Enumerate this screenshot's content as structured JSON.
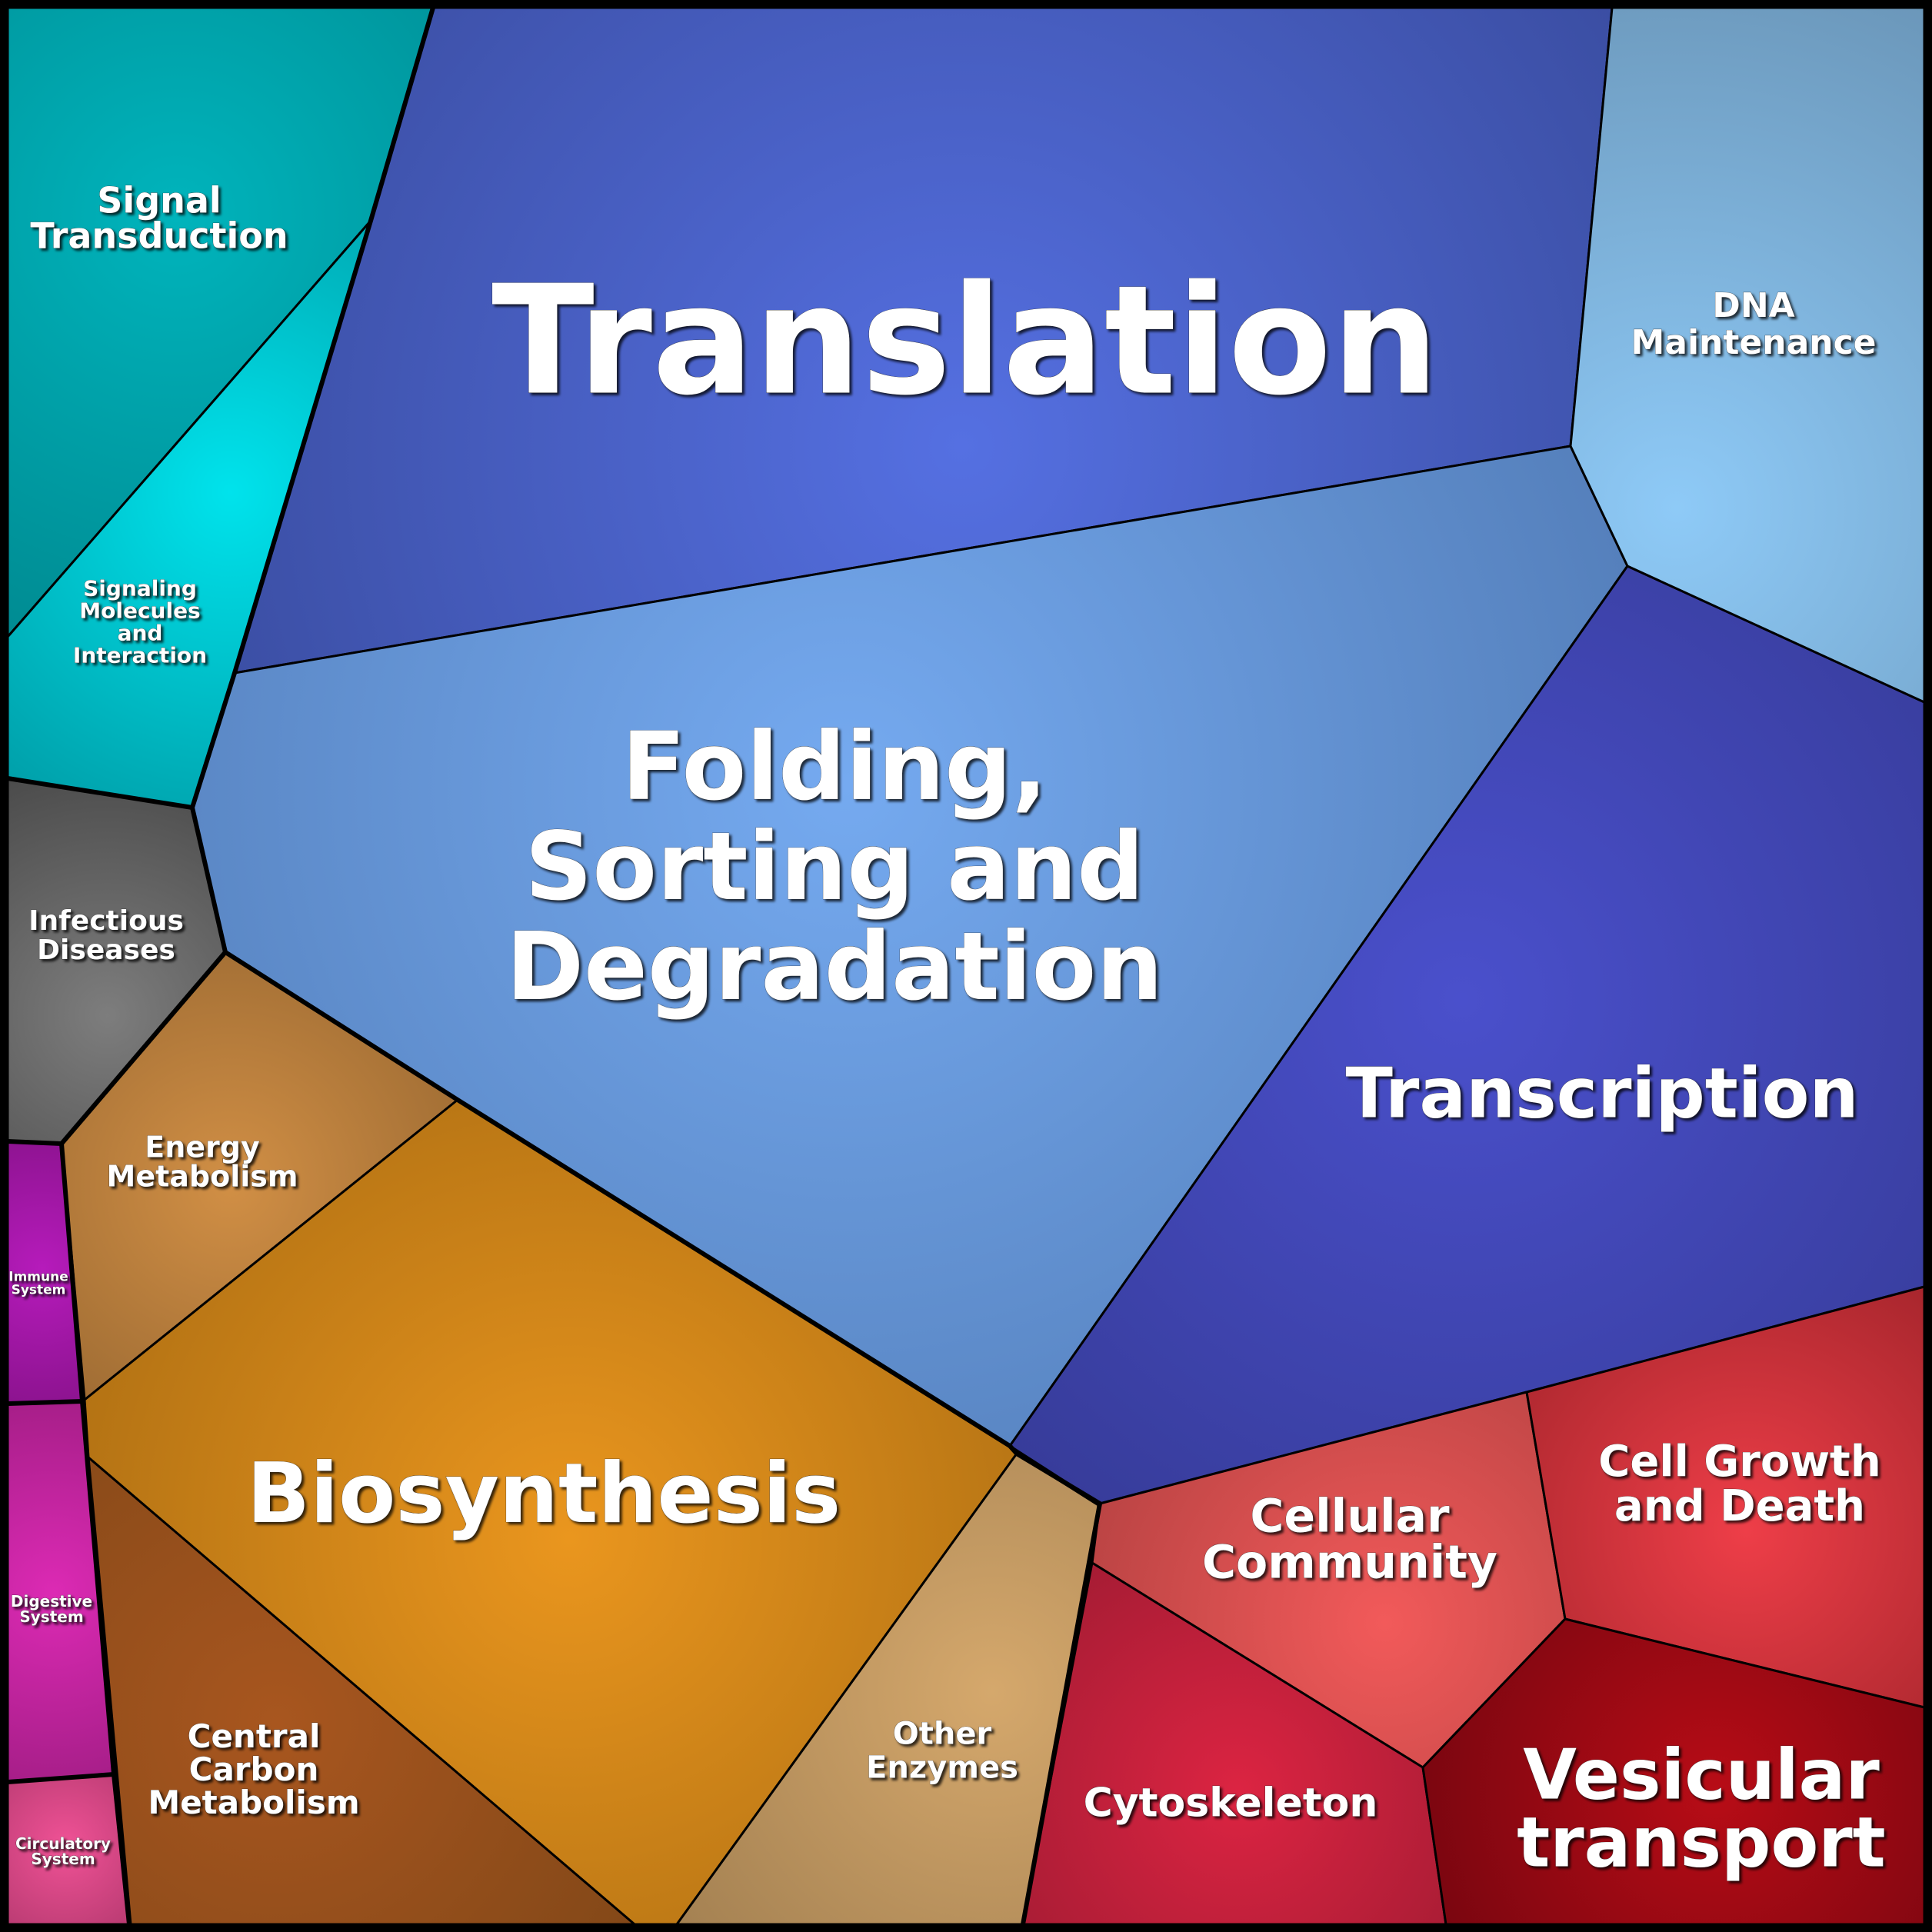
{
  "diagram": {
    "cells": [
      {
        "id": "translation",
        "lines": [
          "Translation"
        ],
        "color": "#5570e2",
        "edge": "#3b4ea3"
      },
      {
        "id": "folding-sorting-degradation",
        "lines": [
          "Folding,",
          "Sorting and",
          "Degradation"
        ],
        "color": "#75aaf0",
        "edge": "#5580bc"
      },
      {
        "id": "transcription",
        "lines": [
          "Transcription"
        ],
        "color": "#4a50cc",
        "edge": "#373c9a"
      },
      {
        "id": "dna-maintenance",
        "lines": [
          "DNA",
          "Maintenance"
        ],
        "color": "#8ecaf7",
        "edge": "#6b97ba"
      },
      {
        "id": "signal-transduction",
        "lines": [
          "Signal",
          "Transduction"
        ],
        "color": "#00b4bc",
        "edge": "#008b92"
      },
      {
        "id": "signaling-molecules-interaction",
        "lines": [
          "Signaling",
          "Molecules",
          "and",
          "Interaction"
        ],
        "color": "#00e3ec",
        "edge": "#00a0aa"
      },
      {
        "id": "infectious-diseases",
        "lines": [
          "Infectious",
          "Diseases"
        ],
        "color": "#7d7d7d",
        "edge": "#4b4b4b"
      },
      {
        "id": "energy-metabolism",
        "lines": [
          "Energy",
          "Metabolism"
        ],
        "color": "#d18f45",
        "edge": "#a06d34"
      },
      {
        "id": "biosynthesis",
        "lines": [
          "Biosynthesis"
        ],
        "color": "#ea961e",
        "edge": "#b47314"
      },
      {
        "id": "central-carbon-metabolism",
        "lines": [
          "Central",
          "Carbon",
          "Metabolism"
        ],
        "color": "#a8561f",
        "edge": "#834818"
      },
      {
        "id": "other-enzymes",
        "lines": [
          "Other",
          "Enzymes"
        ],
        "color": "#d5a86c",
        "edge": "#a48152"
      },
      {
        "id": "immune-system",
        "lines": [
          "Immune",
          "System"
        ],
        "color": "#b61bbb",
        "edge": "#8c138f"
      },
      {
        "id": "digestive-system",
        "lines": [
          "Digestive",
          "System"
        ],
        "color": "#dc2ab4",
        "edge": "#a61e88"
      },
      {
        "id": "circulatory-system",
        "lines": [
          "Circulatory",
          "System"
        ],
        "color": "#f05296",
        "edge": "#b93b72"
      },
      {
        "id": "cellular-community",
        "lines": [
          "Cellular",
          "Community"
        ],
        "color": "#f25a5a",
        "edge": "#bb4444"
      },
      {
        "id": "cell-growth-death",
        "lines": [
          "Cell Growth",
          "and Death"
        ],
        "color": "#ee3e48",
        "edge": "#a8262d"
      },
      {
        "id": "cytoskeleton",
        "lines": [
          "Cytoskeleton"
        ],
        "color": "#dc2442",
        "edge": "#a61c34"
      },
      {
        "id": "vesicular-transport",
        "lines": [
          "Vesicular",
          "transport"
        ],
        "color": "#b80c16",
        "edge": "#7a0610"
      }
    ]
  }
}
